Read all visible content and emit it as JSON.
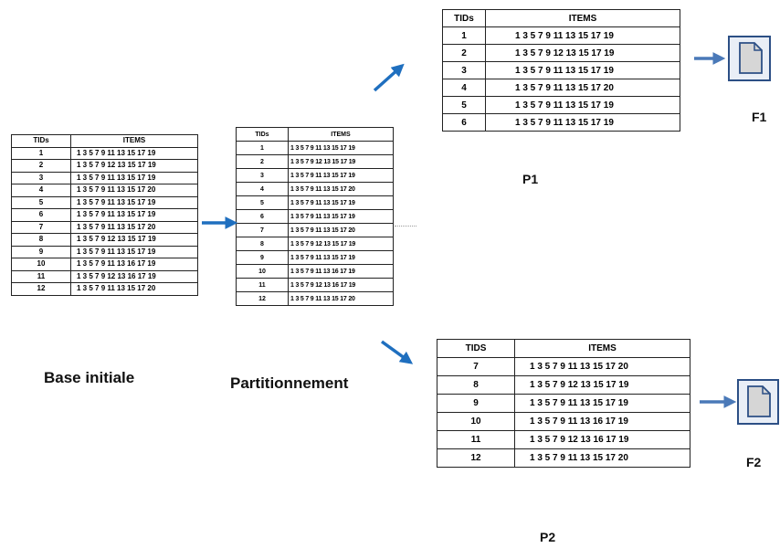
{
  "headers": {
    "tid": "TIDs",
    "items": "ITEMS",
    "tid_p2": "TIDS"
  },
  "base": {
    "label": "Base initiale",
    "rows": [
      {
        "tid": "1",
        "items": "1 3 5 7 9 11 13 15 17 19"
      },
      {
        "tid": "2",
        "items": "1 3 5 7 9 12 13 15 17 19"
      },
      {
        "tid": "3",
        "items": "1 3 5 7 9 11 13 15 17 19"
      },
      {
        "tid": "4",
        "items": "1 3 5 7 9 11 13 15 17 20"
      },
      {
        "tid": "5",
        "items": "1 3 5 7 9 11 13 15 17 19"
      },
      {
        "tid": "6",
        "items": "1 3 5 7 9 11 13 15 17 19"
      },
      {
        "tid": "7",
        "items": "1 3 5 7 9 11 13 15 17 20"
      },
      {
        "tid": "8",
        "items": "1 3 5 7 9 12 13 15 17 19"
      },
      {
        "tid": "9",
        "items": "1 3 5 7 9 11 13 15 17 19"
      },
      {
        "tid": "10",
        "items": "1 3 5 7 9 11 13 16 17 19"
      },
      {
        "tid": "11",
        "items": "1 3 5 7 9 12 13 16 17 19"
      },
      {
        "tid": "12",
        "items": "1 3 5 7 9 11 13 15 17 20"
      }
    ]
  },
  "partition": {
    "label": "Partitionnement",
    "rows": [
      {
        "tid": "1",
        "items": "1 3 5 7 9 11 13 15 17 19"
      },
      {
        "tid": "2",
        "items": "1 3 5 7 9 12 13 15 17 19"
      },
      {
        "tid": "3",
        "items": "1 3 5 7 9 11 13 15 17 19"
      },
      {
        "tid": "4",
        "items": "1 3 5 7 9 11 13 15 17 20"
      },
      {
        "tid": "5",
        "items": "1 3 5 7 9 11 13 15 17 19"
      },
      {
        "tid": "6",
        "items": "1 3 5 7 9 11 13 15 17 19"
      },
      {
        "tid": "7",
        "items": "1 3 5 7 9 11 13 15 17 20"
      },
      {
        "tid": "8",
        "items": "1 3 5 7 9 12 13 15 17 19"
      },
      {
        "tid": "9",
        "items": "1 3 5 7 9 11 13 15 17 19"
      },
      {
        "tid": "10",
        "items": "1 3 5 7 9 11 13 16 17 19"
      },
      {
        "tid": "11",
        "items": "1 3 5 7 9 12 13 16 17 19"
      },
      {
        "tid": "12",
        "items": "1 3 5 7 9 11 13 15 17 20"
      }
    ]
  },
  "p1": {
    "label": "P1",
    "file_label": "F1",
    "rows": [
      {
        "tid": "1",
        "items": "1 3 5 7 9 11 13 15 17 19"
      },
      {
        "tid": "2",
        "items": "1 3 5 7 9 12 13 15 17 19"
      },
      {
        "tid": "3",
        "items": "1 3 5 7 9 11 13 15 17 19"
      },
      {
        "tid": "4",
        "items": "1 3 5 7 9 11 13 15 17 20"
      },
      {
        "tid": "5",
        "items": "1 3 5 7 9 11 13 15 17 19"
      },
      {
        "tid": "6",
        "items": "1 3 5 7 9 11 13 15 17 19"
      }
    ]
  },
  "p2": {
    "label": "P2",
    "file_label": "F2",
    "rows": [
      {
        "tid": "7",
        "items": "1 3 5 7 9 11 13 15 17 20"
      },
      {
        "tid": "8",
        "items": "1 3 5 7 9 12 13 15 17 19"
      },
      {
        "tid": "9",
        "items": "1 3 5 7 9 11 13 15 17 19"
      },
      {
        "tid": "10",
        "items": "1 3 5 7 9 11 13 16 17 19"
      },
      {
        "tid": "11",
        "items": "1 3 5 7 9 12 13 16 17 19"
      },
      {
        "tid": "12",
        "items": "1 3 5 7 9 11 13 15 17 20"
      }
    ]
  },
  "icons": {
    "arrow": "arrow-icon",
    "file": "file-icon"
  },
  "colors": {
    "arrow": "#1f6fbf",
    "file_arrow": "#4a79b8",
    "file_fill": "#d6d6d6",
    "file_border": "#2c4f85",
    "file_box": "#e9eef6"
  }
}
